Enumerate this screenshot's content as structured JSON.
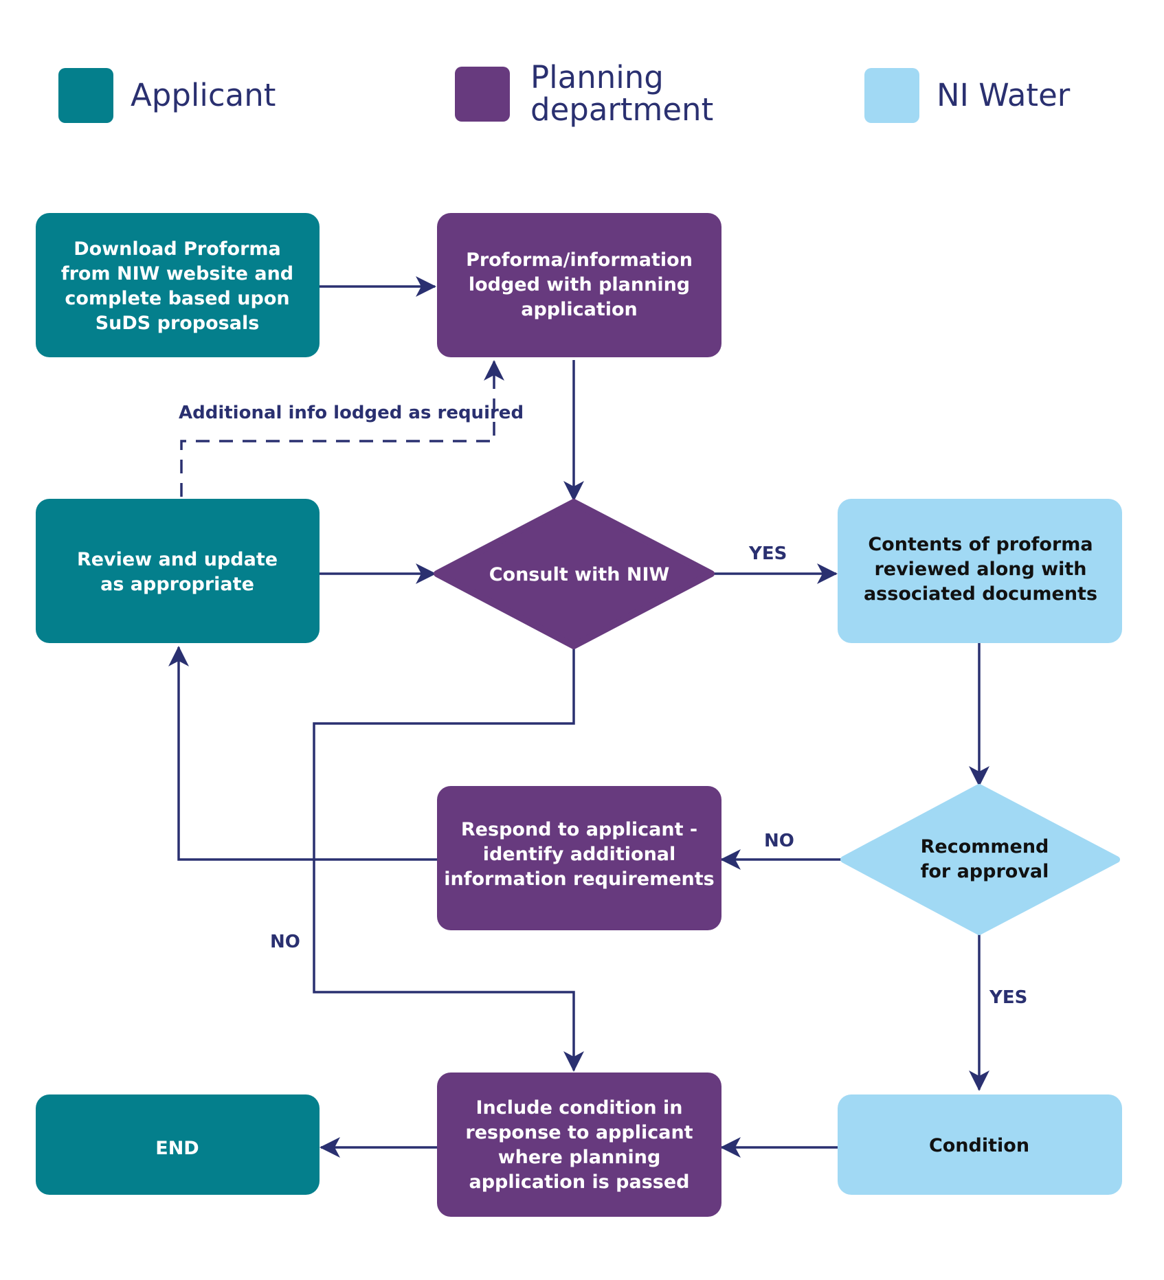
{
  "colors": {
    "applicant": "#047f8c",
    "planning": "#673a7e",
    "niwater": "#a1d9f4",
    "line": "#2a3070",
    "light_text": "#ffffff",
    "dark_text": "#111111"
  },
  "legend": [
    {
      "label_lines": [
        "Applicant"
      ],
      "color": "#047f8c"
    },
    {
      "label_lines": [
        "Planning",
        "department"
      ],
      "color": "#673a7e"
    },
    {
      "label_lines": [
        "NI Water"
      ],
      "color": "#a1d9f4"
    }
  ],
  "nodes": {
    "download_proforma": {
      "lines": [
        "Download Proforma",
        "from NIW website and",
        "complete based upon",
        "SuDS proposals"
      ]
    },
    "proforma_lodged": {
      "lines": [
        "Proforma/information",
        "lodged with planning",
        "application"
      ]
    },
    "review_update": {
      "lines": [
        "Review and update",
        "as appropriate"
      ]
    },
    "consult_niw": {
      "lines": [
        "Consult with NIW"
      ]
    },
    "contents_reviewed": {
      "lines": [
        "Contents of proforma",
        "reviewed along with",
        "associated documents"
      ]
    },
    "respond_applicant": {
      "lines": [
        "Respond to applicant -",
        "identify additional",
        "information requirements"
      ]
    },
    "recommend_approval": {
      "lines": [
        "Recommend",
        "for approval"
      ]
    },
    "end": {
      "lines": [
        "END"
      ]
    },
    "include_condition": {
      "lines": [
        "Include condition in",
        "response to applicant",
        "where planning",
        "application is passed"
      ]
    },
    "condition": {
      "lines": [
        "Condition"
      ]
    }
  },
  "edge_labels": {
    "additional_info": "Additional info lodged as required",
    "consult_yes": "YES",
    "recommend_no": "NO",
    "consult_no": "NO",
    "recommend_yes": "YES"
  }
}
